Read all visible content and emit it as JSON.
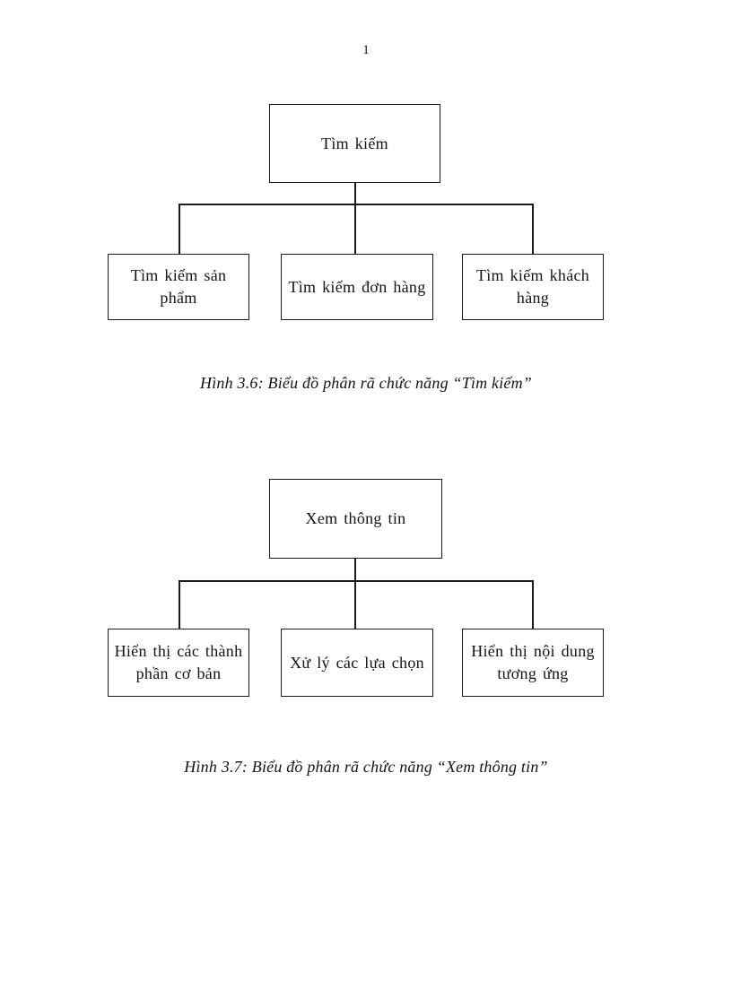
{
  "page": {
    "number": "1"
  },
  "colors": {
    "line": "#1c1c1c",
    "text": "#141414",
    "background": "#ffffff"
  },
  "figures": [
    {
      "id": "hinh-3-6",
      "root_label": "Tìm kiếm",
      "children": [
        {
          "label": "Tìm kiếm sản\nphẩm"
        },
        {
          "label": "Tìm kiếm đơn hàng"
        },
        {
          "label": "Tìm kiếm khách\nhàng"
        }
      ],
      "caption": "Hình 3.6: Biểu đồ phân rã chức năng “Tìm kiếm”"
    },
    {
      "id": "hinh-3-7",
      "root_label": "Xem thông tin",
      "children": [
        {
          "label": "Hiển thị các thành\nphần cơ bản"
        },
        {
          "label": "Xử lý các lựa chọn"
        },
        {
          "label": "Hiển thị nội dung\ntương ứng"
        }
      ],
      "caption": "Hình 3.7: Biểu đồ phân rã chức năng “Xem thông tin”"
    }
  ]
}
